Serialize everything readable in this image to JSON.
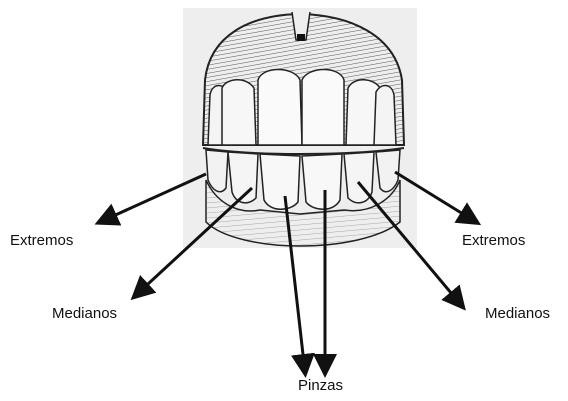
{
  "diagram": {
    "illustration": "horse-incisors-engraving",
    "colors": {
      "ink": "#111111",
      "background": "#ffffff",
      "plate": "#eeeeee"
    },
    "labels": {
      "extremos_left": "Extremos",
      "extremos_right": "Extremos",
      "medianos_left": "Medianos",
      "medianos_right": "Medianos",
      "pinzas": "Pinzas"
    }
  }
}
